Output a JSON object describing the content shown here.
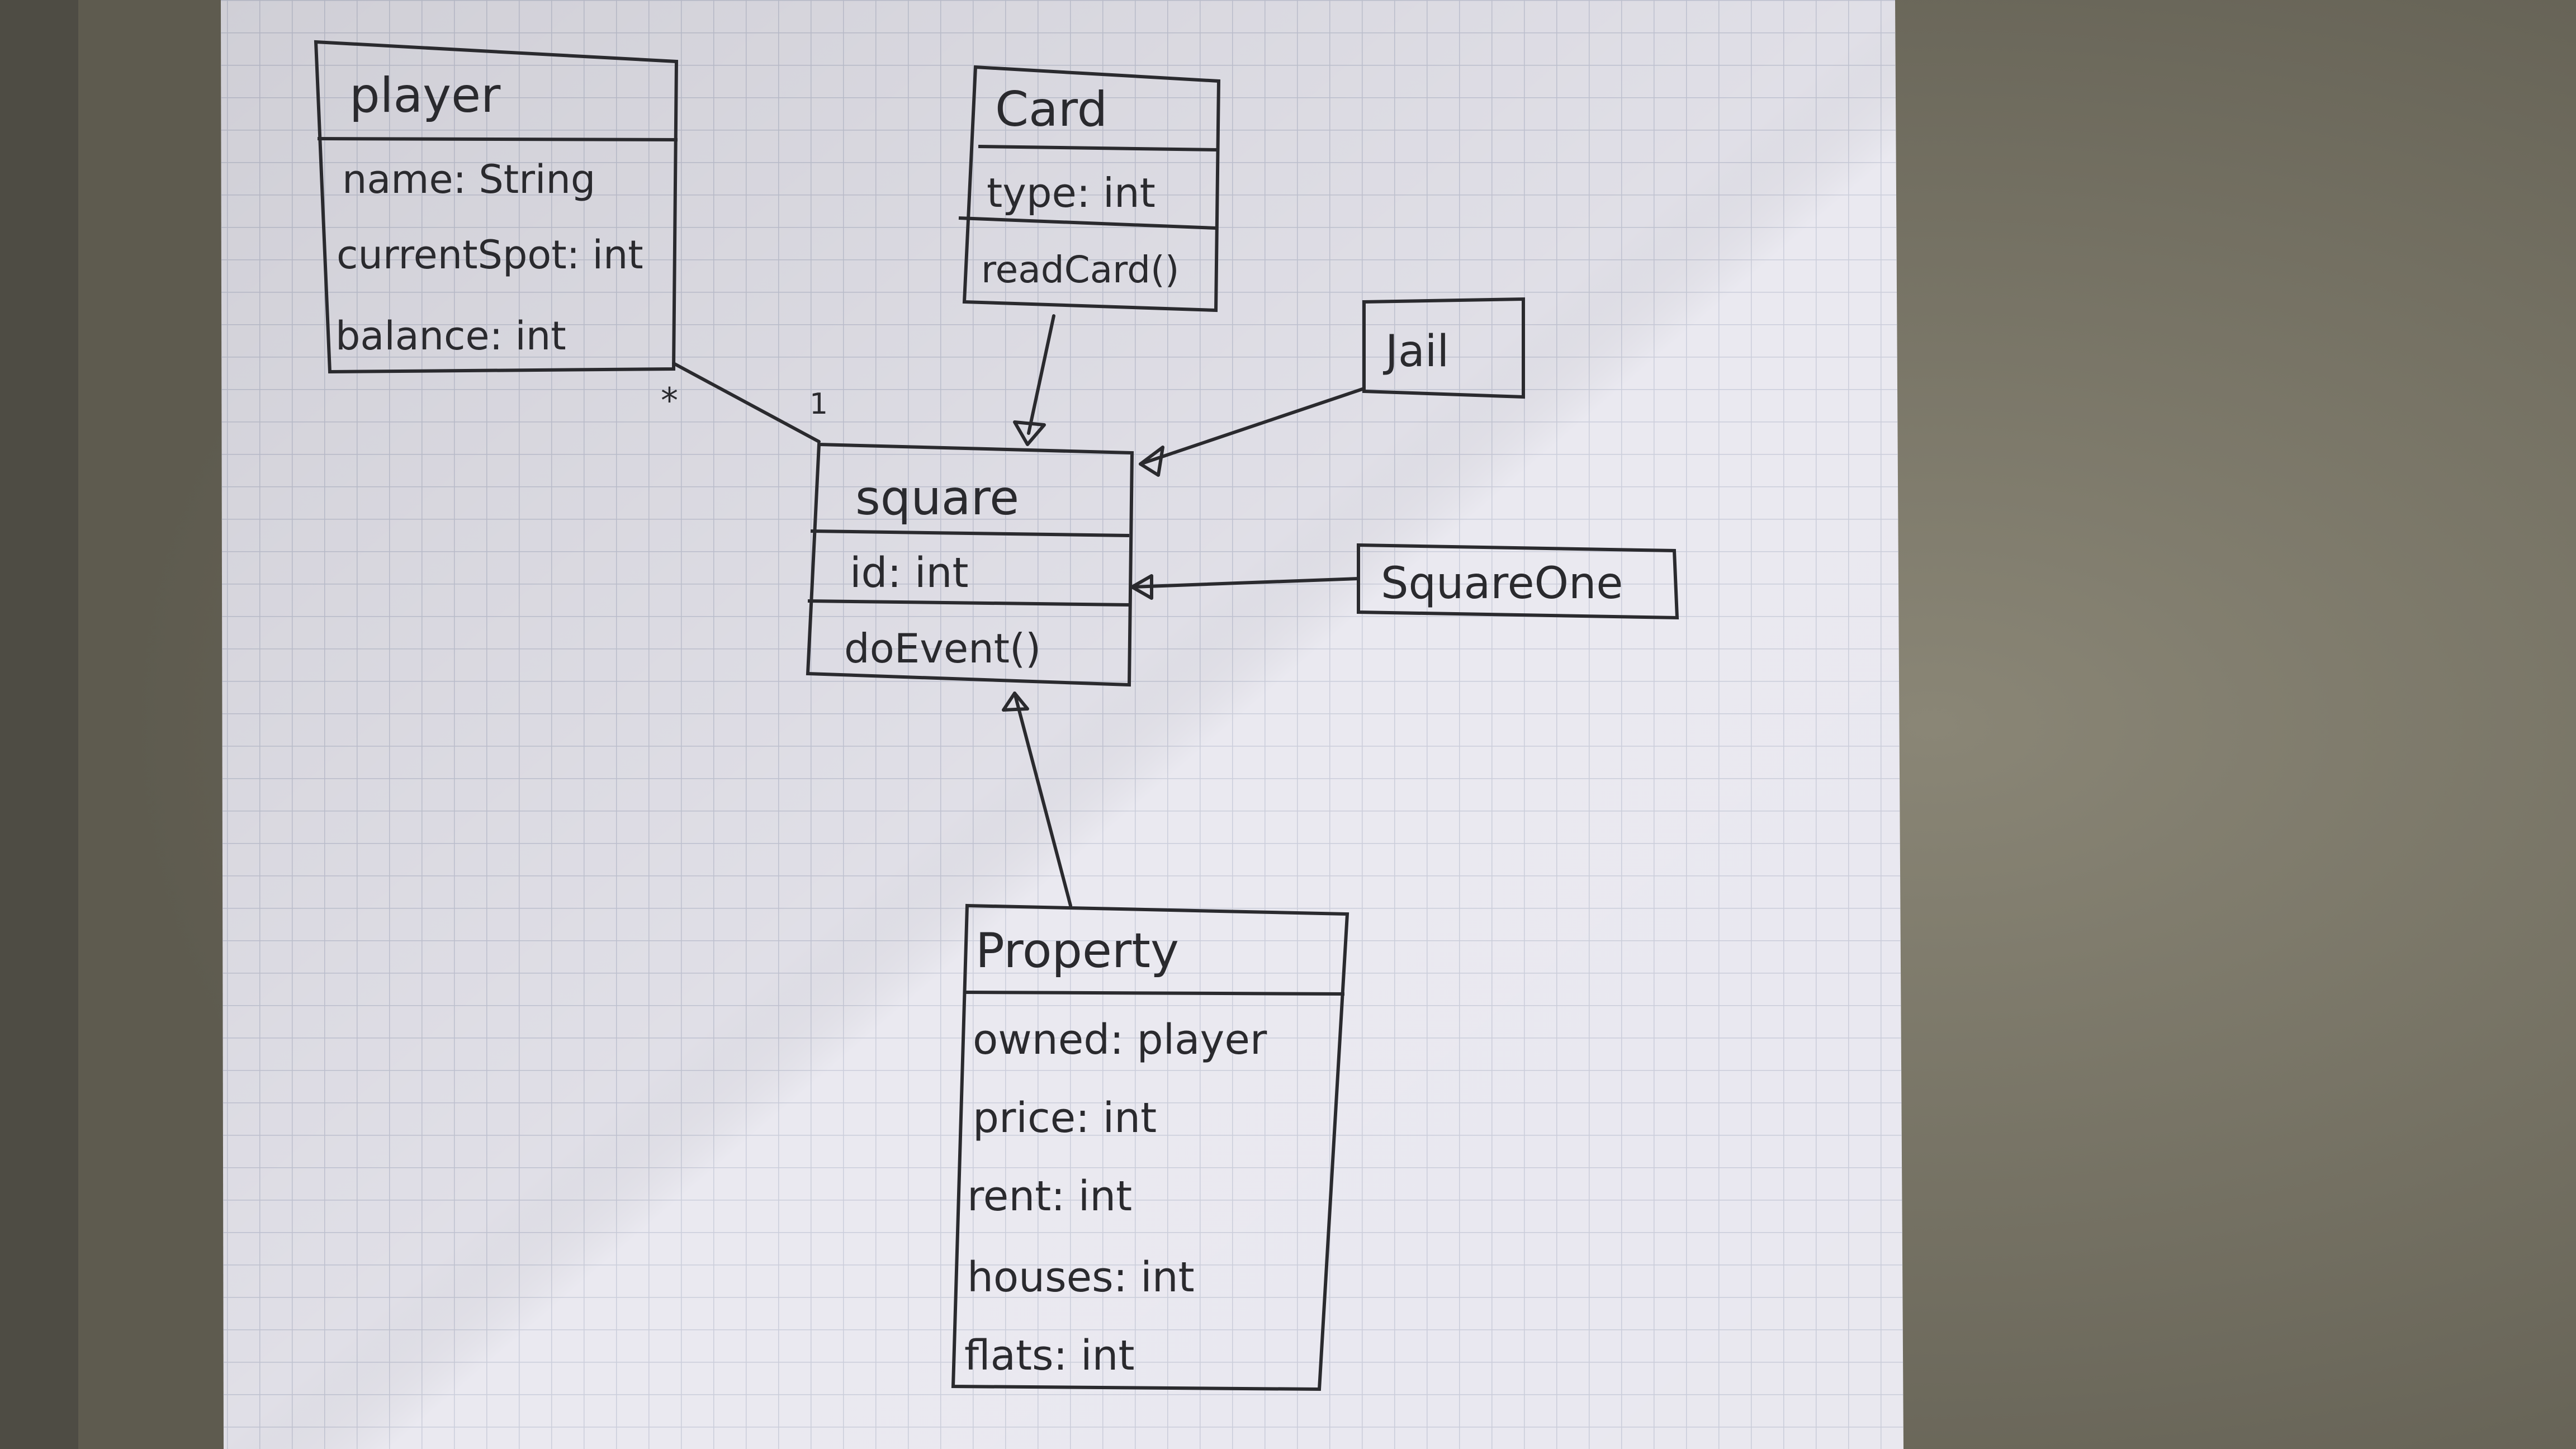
{
  "diagram": {
    "classes": {
      "player": {
        "name": "player",
        "attributes": [
          "name: String",
          "currentSpot: int",
          "balance: int"
        ]
      },
      "card": {
        "name": "Card",
        "attributes": [
          "type: int"
        ],
        "methods": [
          "readCard()"
        ]
      },
      "jail": {
        "name": "Jail"
      },
      "square": {
        "name": "square",
        "attributes": [
          "id: int"
        ],
        "methods": [
          "doEvent()"
        ]
      },
      "square_one": {
        "name": "SquareOne"
      },
      "property": {
        "name": "Property",
        "attributes": [
          "owned: player",
          "price: int",
          "rent: int",
          "houses: int",
          "flats: int"
        ]
      }
    },
    "relationships": [
      {
        "type": "association",
        "from": "player",
        "to": "square",
        "from_multiplicity": "*",
        "to_multiplicity": "1"
      },
      {
        "type": "generalization",
        "from": "card",
        "to": "square"
      },
      {
        "type": "generalization",
        "from": "jail",
        "to": "square"
      },
      {
        "type": "generalization",
        "from": "square_one",
        "to": "square"
      },
      {
        "type": "generalization",
        "from": "property",
        "to": "square"
      }
    ]
  },
  "colors": {
    "background": "#6f6c5f",
    "paper": "#e7e6ee",
    "grid": "#c4c7d6",
    "ink": "#2a2a2e"
  }
}
